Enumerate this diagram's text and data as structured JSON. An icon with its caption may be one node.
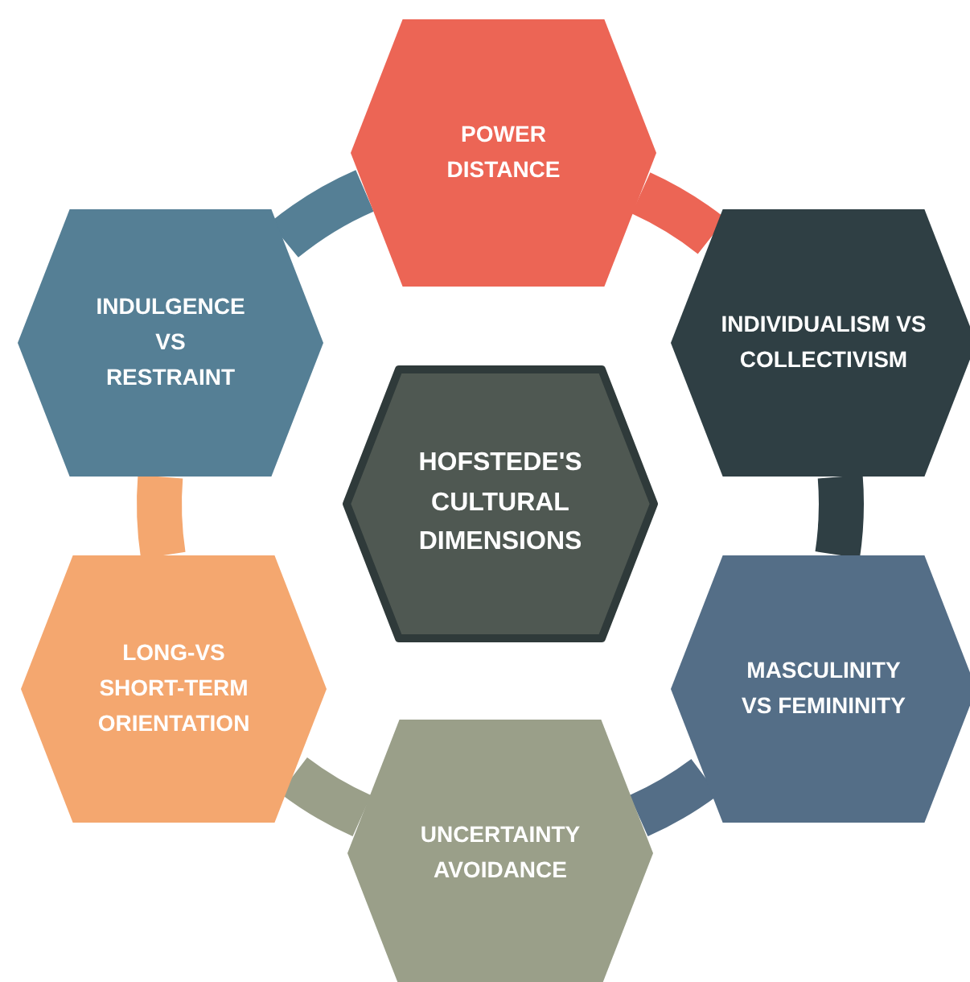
{
  "diagram": {
    "nodes": [
      {
        "text": [
          "HOFSTEDE'S CULTURAL DIMENSIONS"
        ]
      },
      {
        "text": [
          "POWER DISTANCE"
        ]
      },
      {
        "text": [
          "INDIVIDUALISM VS COLLECTIVISM"
        ]
      },
      {
        "text": [
          "MASCULINITY VS FEMININITY"
        ]
      },
      {
        "text": [
          "UNCERTAINTY AVOIDANCE"
        ]
      },
      {
        "text": [
          "LONG-VS SHORT-TERM ORIENTATION"
        ]
      },
      {
        "text": [
          "INDULGENCE VS RESTRAINT"
        ]
      }
    ],
    "edges": [
      {
        "from": 1,
        "to": 2,
        "arrow": "none",
        "color": "#ec6555"
      },
      {
        "from": 2,
        "to": 3,
        "arrow": "none",
        "color": "#2f3f44"
      },
      {
        "from": 3,
        "to": 4,
        "arrow": "none",
        "color": "#546e87"
      },
      {
        "from": 4,
        "to": 5,
        "arrow": "none",
        "color": "#9a9f89"
      },
      {
        "from": 5,
        "to": 6,
        "arrow": "none",
        "color": "#f4a76f"
      },
      {
        "from": 6,
        "to": 1,
        "arrow": "none",
        "color": "#557f95"
      }
    ]
  }
}
